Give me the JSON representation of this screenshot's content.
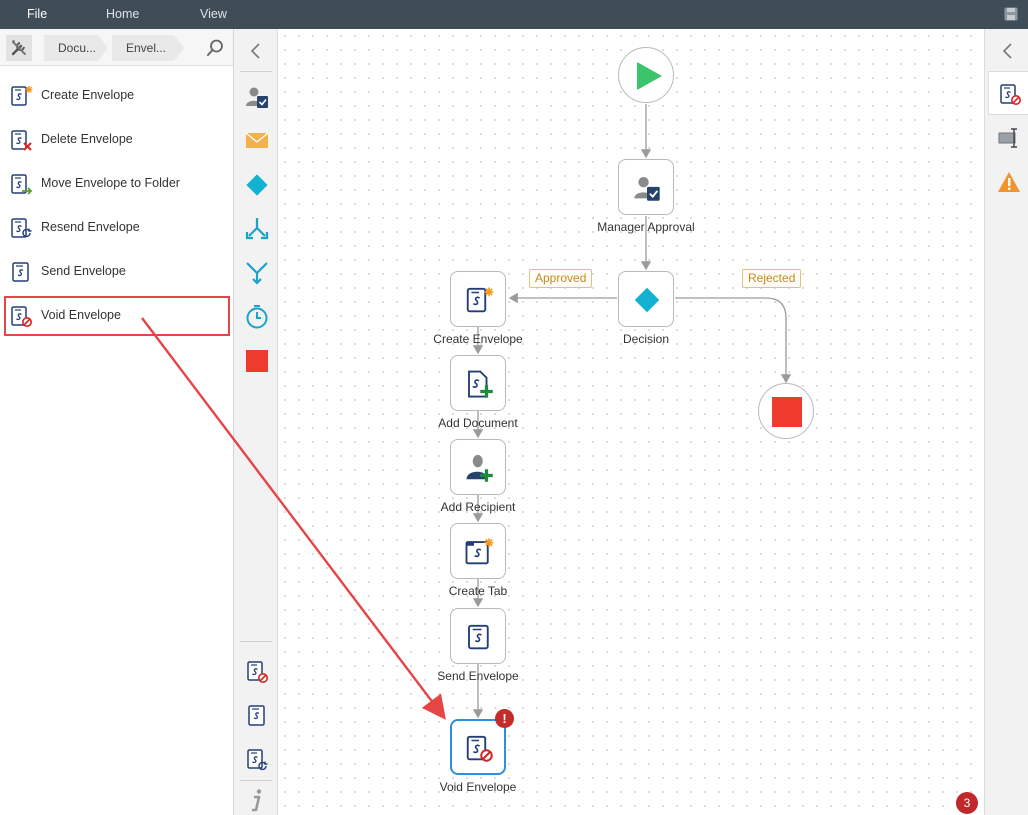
{
  "menubar": {
    "items": [
      "File",
      "Home",
      "View"
    ],
    "save_icon": "save-icon"
  },
  "breadcrumb": {
    "segments": [
      "Docu...",
      "Envel..."
    ],
    "search_icon": "search-icon"
  },
  "actions": [
    {
      "label": "Create Envelope",
      "icon": "create-envelope-icon"
    },
    {
      "label": "Delete Envelope",
      "icon": "delete-envelope-icon"
    },
    {
      "label": "Move Envelope to Folder",
      "icon": "move-envelope-icon"
    },
    {
      "label": "Resend Envelope",
      "icon": "resend-envelope-icon"
    },
    {
      "label": "Send Envelope",
      "icon": "send-envelope-icon"
    },
    {
      "label": "Void Envelope",
      "icon": "void-envelope-icon",
      "highlighted": true
    }
  ],
  "toolbox": {
    "tools": [
      "user-task-icon",
      "email-icon",
      "decision-icon",
      "split-icon",
      "merge-icon",
      "timer-icon",
      "end-icon"
    ],
    "recent": [
      "void-envelope-icon",
      "send-envelope-icon",
      "resend-envelope-icon"
    ],
    "info_icon": "info-icon"
  },
  "workflow": {
    "nodes": [
      {
        "id": "start",
        "label": ""
      },
      {
        "id": "manager-approval",
        "label": "Manager Approval"
      },
      {
        "id": "decision",
        "label": "Decision"
      },
      {
        "id": "create-envelope",
        "label": "Create Envelope"
      },
      {
        "id": "add-document",
        "label": "Add Document"
      },
      {
        "id": "add-recipient",
        "label": "Add Recipient"
      },
      {
        "id": "create-tab",
        "label": "Create Tab"
      },
      {
        "id": "send-envelope",
        "label": "Send Envelope"
      },
      {
        "id": "void-envelope",
        "label": "Void Envelope",
        "error": "!"
      },
      {
        "id": "end",
        "label": ""
      }
    ],
    "branches": {
      "approved": "Approved",
      "rejected": "Rejected"
    },
    "error_count": "3"
  },
  "colors": {
    "menubar": "#3f4d58",
    "start_green": "#3cc46a",
    "stop_red": "#ee3b2e",
    "diamond_cyan": "#14b2d1",
    "selected_blue": "#2f8ee0",
    "annotation_red": "#e64545"
  },
  "right_panel": {
    "tabs": [
      "void-envelope-properties-icon",
      "text-field-icon",
      "warning-icon"
    ]
  }
}
